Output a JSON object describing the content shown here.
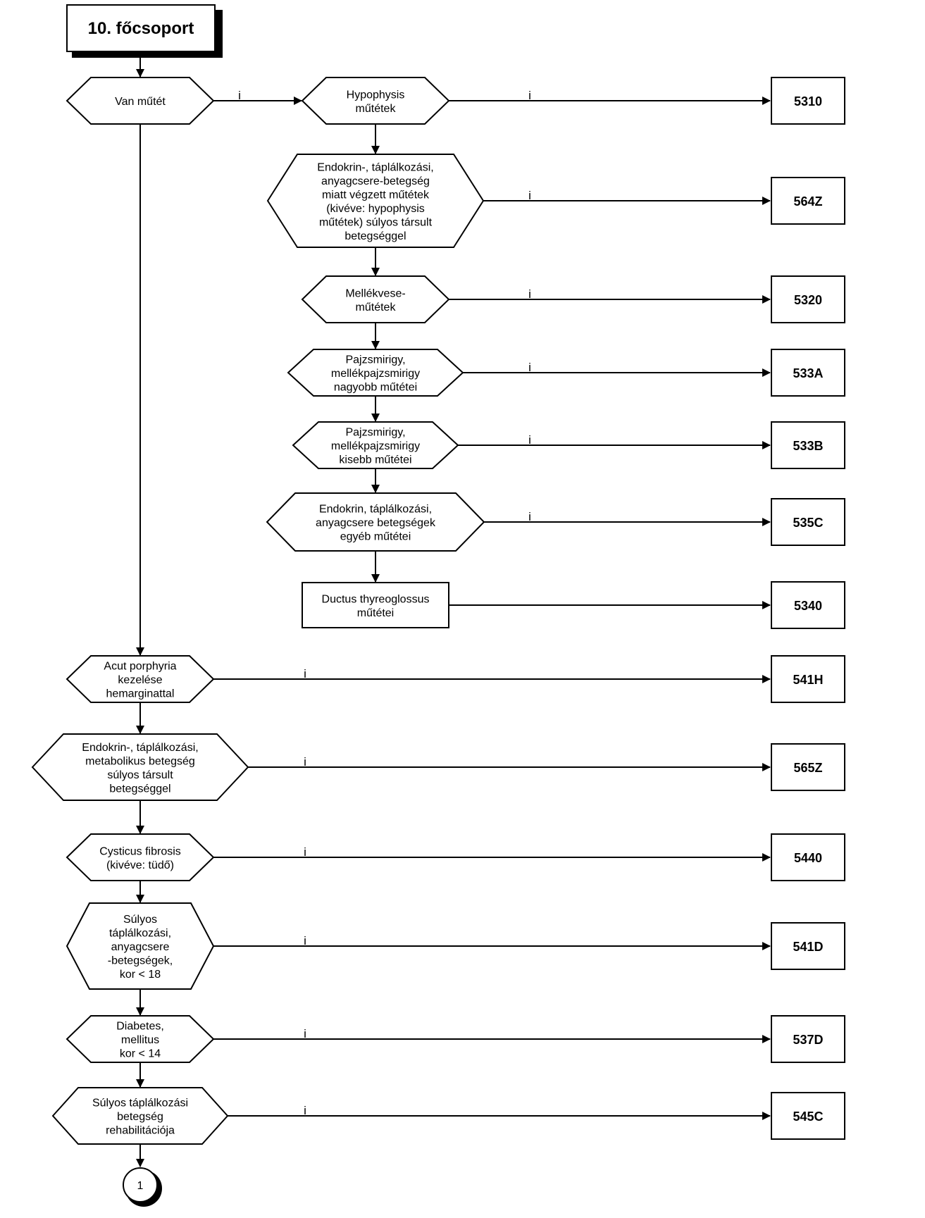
{
  "title": "10. főcsoport",
  "yes_label": "i",
  "connector_label": "1",
  "right_branch": [
    {
      "text": [
        "Hypophysis",
        "műtétek"
      ],
      "code": "5310"
    },
    {
      "text": [
        "Endokrin-, táplálkozási,",
        "anyagcsere-betegség",
        "miatt végzett műtétek",
        "(kivéve: hypophysis",
        "műtétek) súlyos társult",
        "betegséggel"
      ],
      "code": "564Z"
    },
    {
      "text": [
        "Mellékvese-",
        "műtétek"
      ],
      "code": "5320"
    },
    {
      "text": [
        "Pajzsmirigy,",
        "mellékpajzsmirigy",
        "nagyobb műtétei"
      ],
      "code": "533A"
    },
    {
      "text": [
        "Pajzsmirigy,",
        "mellékpajzsmirigy",
        "kisebb műtétei"
      ],
      "code": "533B"
    },
    {
      "text": [
        "Endokrin, táplálkozási,",
        "anyagcsere betegségek",
        "egyéb műtétei"
      ],
      "code": "535C"
    },
    {
      "text": [
        "Ductus thyreoglossus",
        "műtétei"
      ],
      "code": "5340"
    }
  ],
  "left_branch": [
    {
      "text": [
        "Van műtét"
      ]
    },
    {
      "text": [
        "Acut porphyria",
        "kezelése",
        "hemarginattal"
      ],
      "code": "541H"
    },
    {
      "text": [
        "Endokrin-, táplálkozási,",
        "metabolikus betegség",
        "súlyos társult",
        "betegséggel"
      ],
      "code": "565Z"
    },
    {
      "text": [
        "Cysticus fibrosis",
        "(kivéve: tüdő)"
      ],
      "code": "5440"
    },
    {
      "text": [
        "Súlyos",
        "táplálkozási,",
        "anyagcsere",
        "-betegségek,",
        "kor < 18"
      ],
      "code": "541D"
    },
    {
      "text": [
        "Diabetes,",
        "mellitus",
        "kor < 14"
      ],
      "code": "537D"
    },
    {
      "text": [
        "Súlyos táplálkozási",
        "betegség",
        "rehabilitációja"
      ],
      "code": "545C"
    }
  ]
}
